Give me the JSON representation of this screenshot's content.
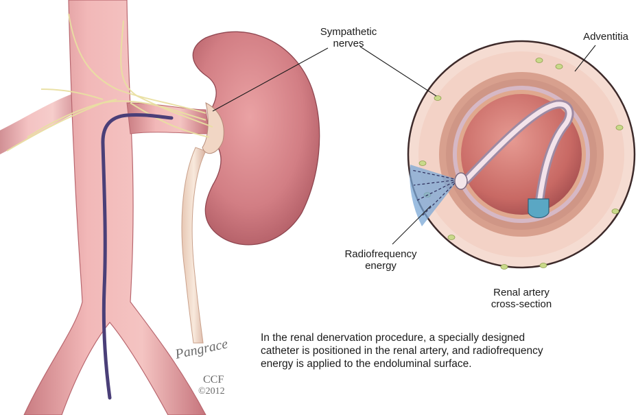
{
  "labels": {
    "sympathetic_nerves": [
      "Sympathetic",
      "nerves"
    ],
    "adventitia": "Adventitia",
    "radiofrequency_energy": [
      "Radiofrequency",
      "energy"
    ],
    "renal_artery_cross_section": [
      "Renal artery",
      "cross-section"
    ]
  },
  "caption": [
    "In the renal denervation procedure, a specially designed",
    "catheter is positioned in the renal artery, and radiofrequency",
    "energy is applied to the endoluminal surface."
  ],
  "signature": {
    "artist": "Pangrace",
    "org": "CCF",
    "year": "©2012"
  },
  "colors": {
    "vessel": "#e8a3a3",
    "vessel_dark": "#c9757a",
    "kidney": "#d9868a",
    "catheter": "#4a3f78",
    "nerve": "#efe6a8",
    "adventitia": "#f3d9d0",
    "media": "#d99a8a",
    "lumen": "#c96a68",
    "rf_energy": "#7aa7d6"
  }
}
